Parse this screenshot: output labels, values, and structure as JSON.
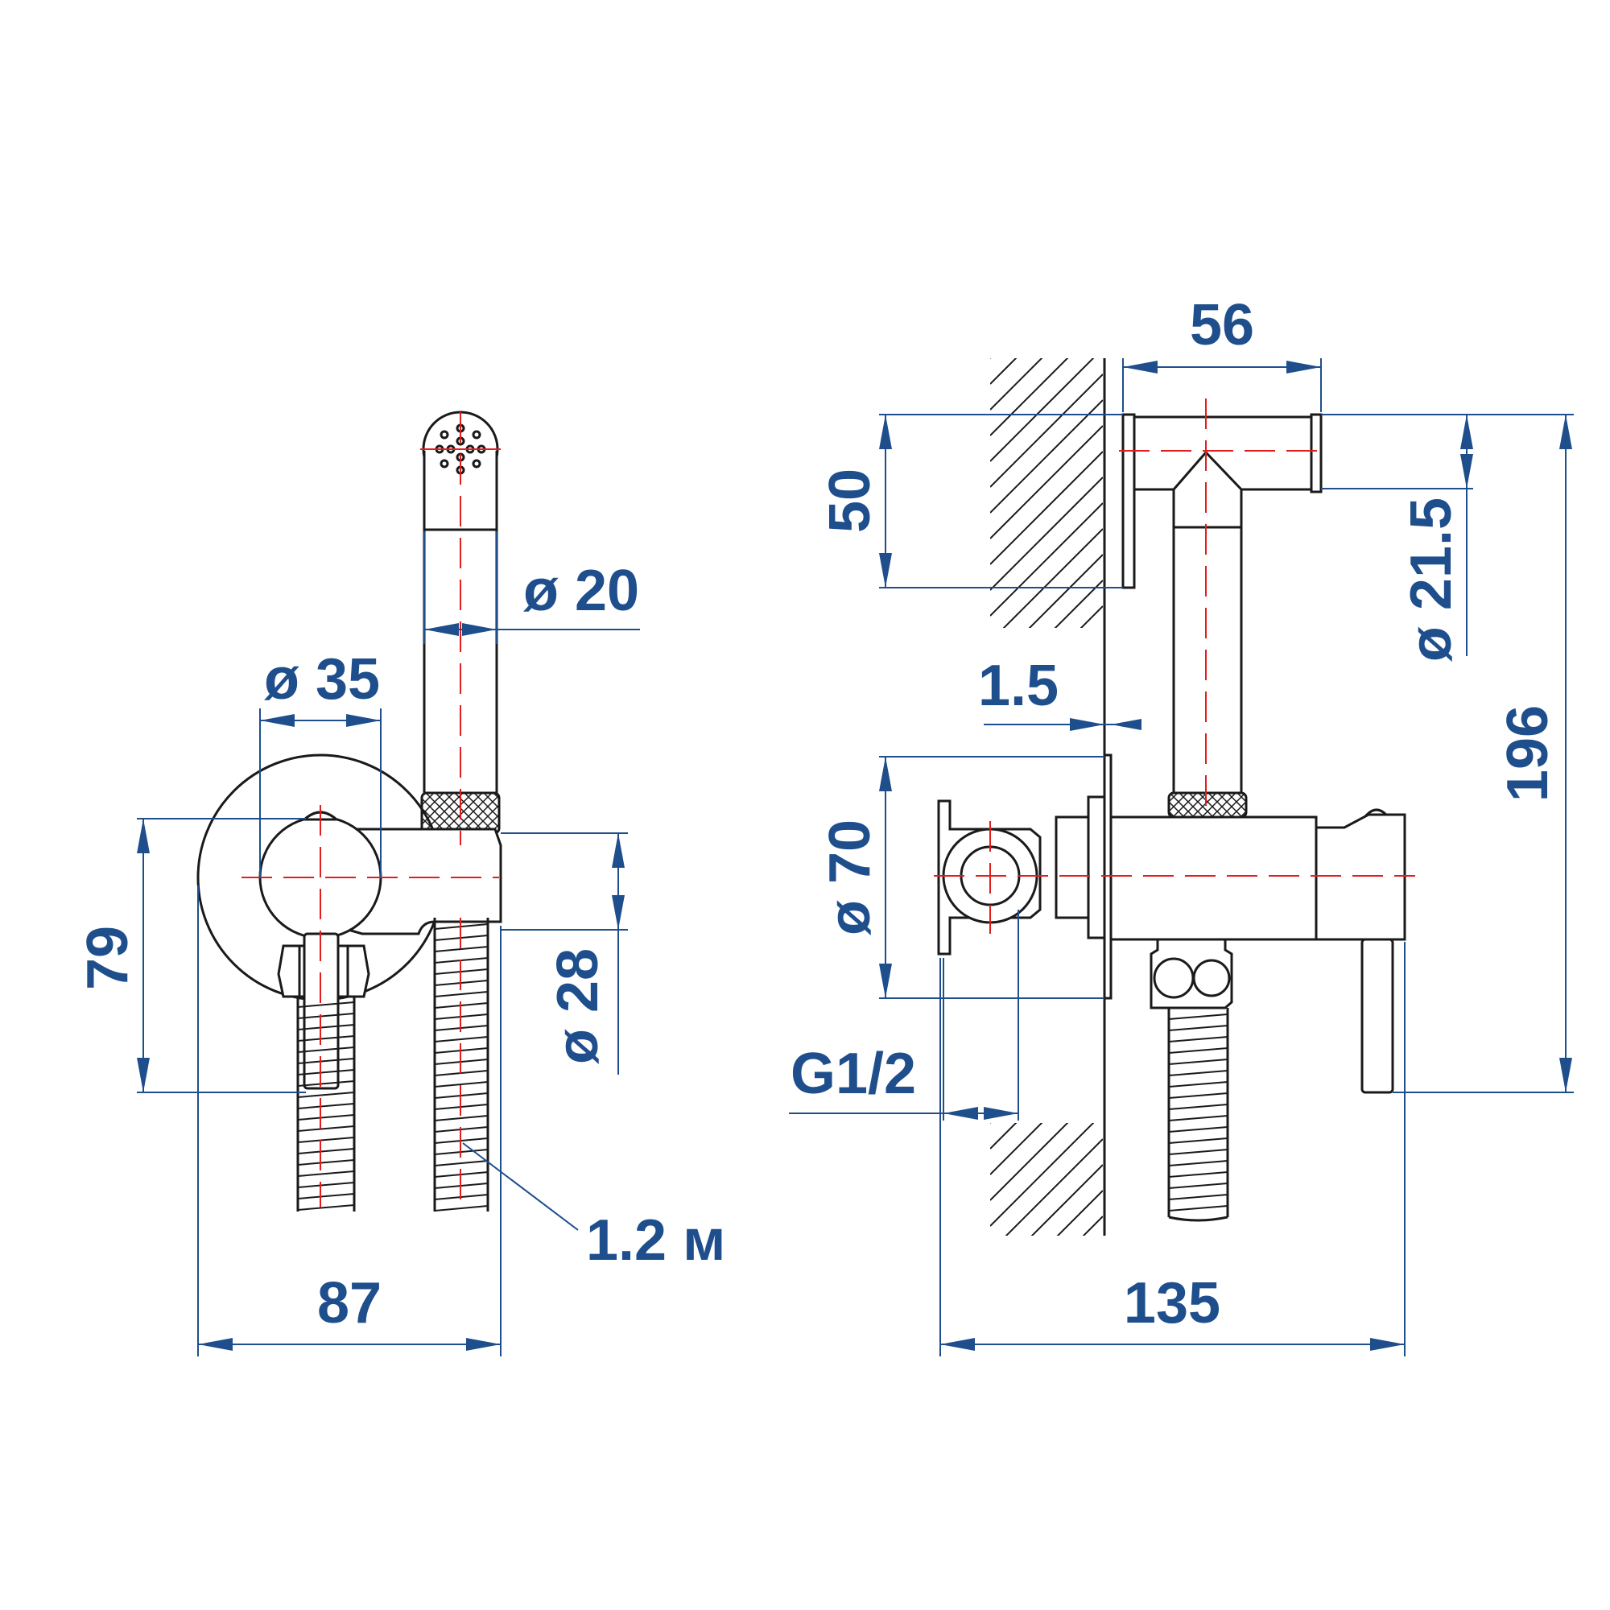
{
  "diagram": {
    "dimensions": {
      "d20": "ø 20",
      "d35": "ø 35",
      "h79": "79",
      "d28": "ø 28",
      "w87": "87",
      "hose": "1.2 м",
      "w56": "56",
      "h50": "50",
      "d21_5": "ø 21.5",
      "t1_5": "1.5",
      "d70": "ø 70",
      "h196": "196",
      "g1_2": "G1/2",
      "w135": "135"
    },
    "colors": {
      "dimension": "#1f4e8c",
      "outline": "#1a1a1a",
      "centerline": "#e11d1d"
    }
  }
}
